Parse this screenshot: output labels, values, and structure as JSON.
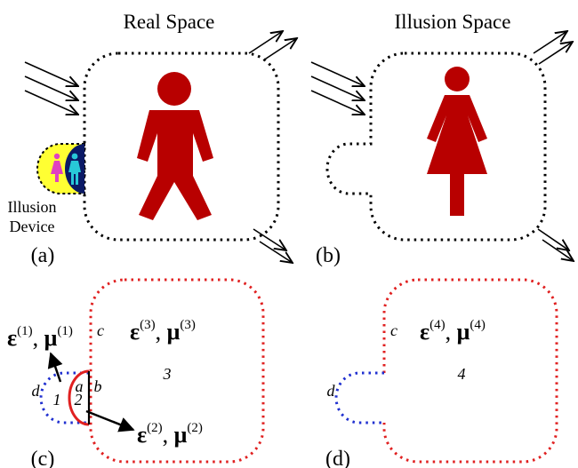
{
  "panel_a": {
    "title": "Real Space",
    "label": "(a)",
    "device_label_line1": "Illusion",
    "device_label_line2": "Device"
  },
  "panel_b": {
    "title": "Illusion Space",
    "label": "(b)"
  },
  "panel_c": {
    "label": "(c)",
    "eps1": "ε",
    "eps1_sup": "(1)",
    "mu1": "μ",
    "mu1_sup": "(1)",
    "eps2": "ε",
    "eps2_sup": "(2)",
    "mu2": "μ",
    "mu2_sup": "(2)",
    "eps3": "ε",
    "eps3_sup": "(3)",
    "mu3": "μ",
    "mu3_sup": "(3)",
    "region1": "1",
    "region2": "2",
    "region3": "3",
    "boundary_a": "a",
    "boundary_b": "b",
    "boundary_c": "c",
    "boundary_d": "d"
  },
  "panel_d": {
    "label": "(d)",
    "eps4": "ε",
    "eps4_sup": "(4)",
    "mu4": "μ",
    "mu4_sup": "(4)",
    "region4": "4",
    "boundary_c": "c",
    "boundary_d": "d"
  },
  "colors": {
    "figure_red": "#b80000",
    "dotted_red": "#e02020",
    "dotted_blue": "#2030d0",
    "device_yellow": "#ffff33",
    "device_navy": "#0b1a66",
    "female_icon": "#e040c0",
    "male_icon": "#28c8d8"
  }
}
